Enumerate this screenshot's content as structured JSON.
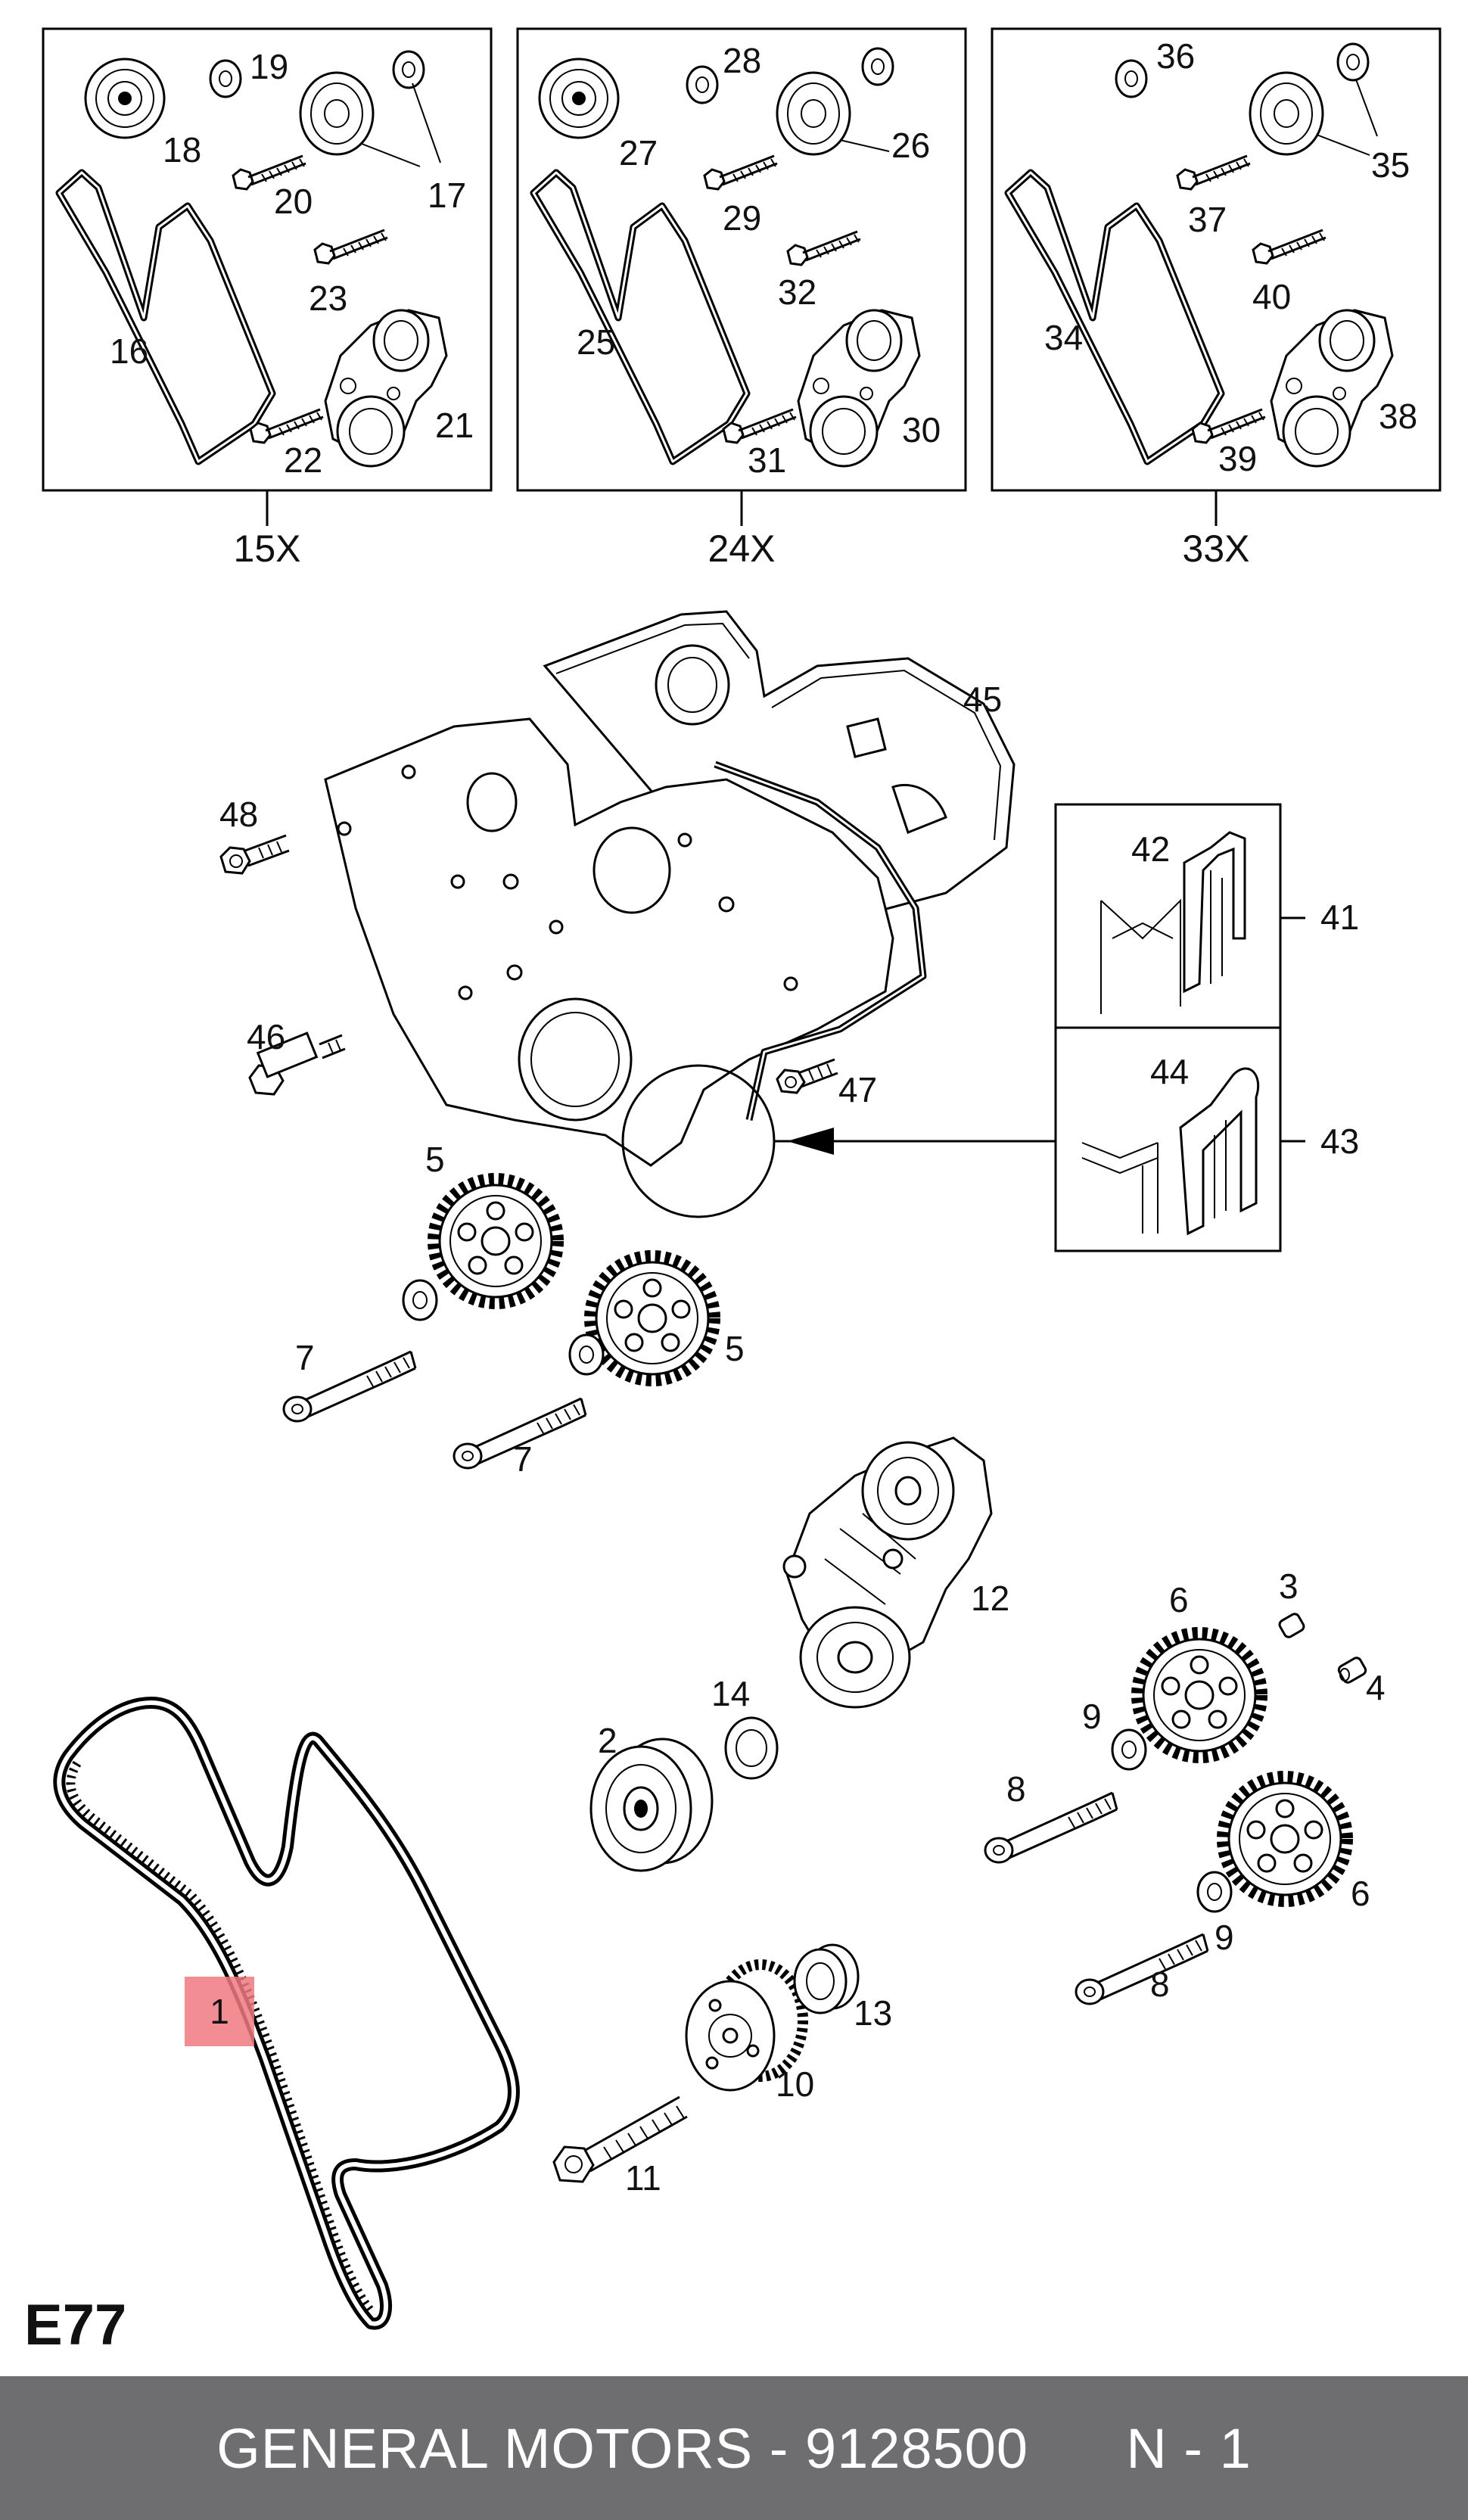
{
  "kits": [
    {
      "label": "15X",
      "parts": [
        "16",
        "17",
        "18",
        "19",
        "20",
        "21",
        "22",
        "23"
      ]
    },
    {
      "label": "24X",
      "parts": [
        "25",
        "26",
        "27",
        "28",
        "29",
        "30",
        "31",
        "32"
      ]
    },
    {
      "label": "33X",
      "parts": [
        "34",
        "35",
        "36",
        "37",
        "38",
        "39",
        "40"
      ]
    }
  ],
  "callouts": {
    "belt": "1",
    "idler_pulley": "2",
    "pin_a": "3",
    "pin_b": "4",
    "cam_gear_upper": "5",
    "cam_gear_lower": "5",
    "cam_gear_right_upper": "6",
    "cam_gear_right_lower": "6",
    "gear_bolt_upper": "7",
    "gear_bolt_lower": "7",
    "right_bolt_upper": "8",
    "right_bolt_lower": "8",
    "washer_upper": "9",
    "washer_lower": "9",
    "crank_sprocket": "10",
    "crank_bolt": "11",
    "tensioner": "12",
    "spacer": "13",
    "pulley_washer": "14",
    "seal_detail": "41",
    "seal_section_a": "42",
    "seal_detail_b": "43",
    "seal_section_b": "44",
    "timing_cover": "45",
    "stud": "46",
    "cover_bolt_small": "47",
    "cover_bolt": "48"
  },
  "highlight_label": "1",
  "page_code": "E77",
  "footer": {
    "brand": "GENERAL MOTORS",
    "separator": "-",
    "part_number": "9128500",
    "tag": "N - 1"
  },
  "colors": {
    "highlight": "#f07a80",
    "footer_bg": "#6e6e70",
    "footer_text": "#ffffff"
  }
}
